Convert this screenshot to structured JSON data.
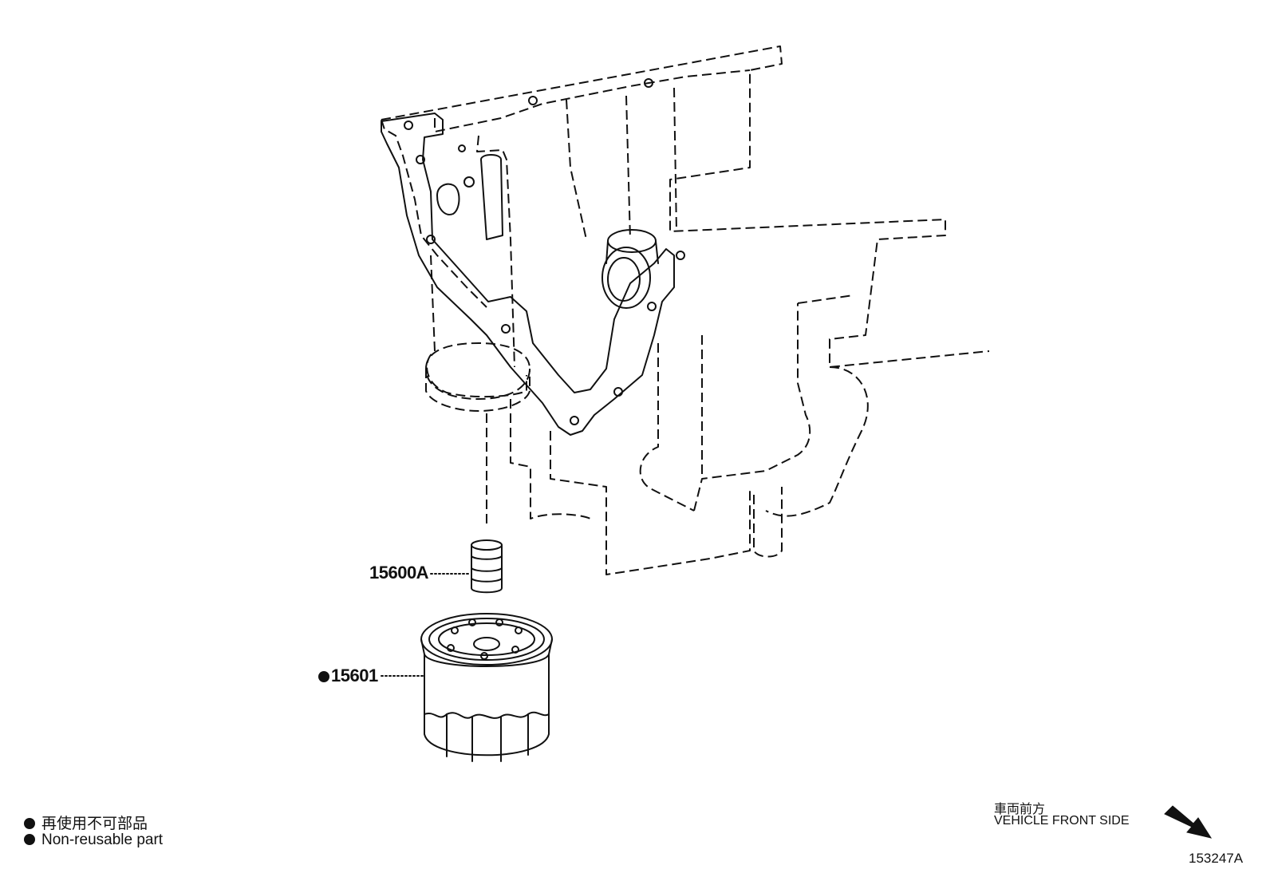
{
  "callouts": {
    "part_1": "15600A",
    "part_2": "15601"
  },
  "legend": {
    "marker": "dot",
    "line_jp": "再使用不可部品",
    "line_en": "Non-reusable part"
  },
  "orientation": {
    "label_jp": "車両前方",
    "label_en": "VEHICLE FRONT SIDE",
    "arrow_icon": "arrow-down-right-icon"
  },
  "figure_code": "153247A"
}
